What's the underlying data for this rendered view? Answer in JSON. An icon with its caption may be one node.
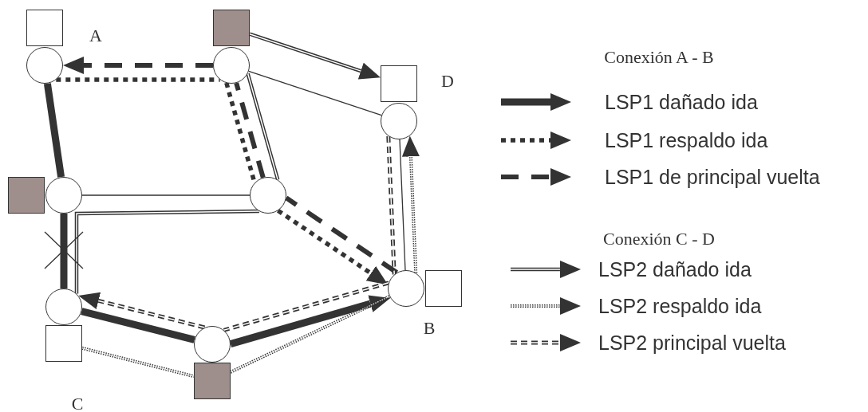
{
  "diagram": {
    "nodes": [
      {
        "text": [],
        "shape": "box"
      },
      {
        "text": [],
        "shape": "box"
      },
      {
        "text": [],
        "shape": "circle"
      },
      {
        "text": [],
        "shape": "circle"
      },
      {
        "text": [],
        "shape": "box"
      },
      {
        "text": [],
        "shape": "circle"
      },
      {
        "text": [],
        "shape": "box"
      },
      {
        "text": [],
        "shape": "circle"
      },
      {
        "text": [],
        "shape": "circle"
      },
      {
        "text": [],
        "shape": "circle"
      },
      {
        "text": [],
        "shape": "box"
      },
      {
        "text": [],
        "shape": "circle"
      },
      {
        "text": [],
        "shape": "box"
      },
      {
        "text": [],
        "shape": "circle"
      },
      {
        "text": [],
        "shape": "box"
      }
    ],
    "edges": [
      {
        "from": 2,
        "to": 7,
        "arrow": "none",
        "style": "thick"
      },
      {
        "from": 7,
        "to": 11,
        "arrow": "none",
        "style": "thick"
      },
      {
        "from": 11,
        "to": 13,
        "arrow": "none",
        "style": "thick"
      },
      {
        "from": 13,
        "to": 9,
        "arrow": "to",
        "style": "thick"
      },
      {
        "from": 2,
        "to": 3,
        "arrow": "none",
        "style": "dashed"
      },
      {
        "from": 3,
        "to": 8,
        "arrow": "none",
        "style": "dashed"
      },
      {
        "from": 8,
        "to": 9,
        "arrow": "to",
        "style": "dashed"
      },
      {
        "from": 9,
        "to": 8,
        "arrow": "none",
        "style": "dashed"
      },
      {
        "from": 8,
        "to": 3,
        "arrow": "none",
        "style": "dashed"
      },
      {
        "from": 3,
        "to": 2,
        "arrow": "to",
        "style": "dashed"
      },
      {
        "from": 7,
        "to": 8,
        "arrow": "none"
      },
      {
        "from": 3,
        "to": 5,
        "arrow": "none"
      },
      {
        "from": 5,
        "to": 9,
        "arrow": "none"
      },
      {
        "from": 11,
        "to": 8,
        "arrow": "none"
      },
      {
        "from": 8,
        "to": 3,
        "arrow": "none"
      },
      {
        "from": 1,
        "to": 4,
        "arrow": "to"
      },
      {
        "from": 12,
        "to": 14,
        "arrow": "none",
        "style": "dashed"
      },
      {
        "from": 14,
        "to": 9,
        "arrow": "none",
        "style": "dashed"
      },
      {
        "from": 9,
        "to": 5,
        "arrow": "to",
        "style": "dashed"
      },
      {
        "from": 5,
        "to": 9,
        "arrow": "none",
        "style": "dashed"
      },
      {
        "from": 9,
        "to": 13,
        "arrow": "none",
        "style": "dashed"
      },
      {
        "from": 13,
        "to": 11,
        "arrow": "to",
        "style": "dashed"
      }
    ],
    "labels": [
      "A",
      "Conexión A - B",
      "D",
      "Conexión C - D",
      "B",
      "C"
    ],
    "legend": [
      {
        "text": "LSP1 dañado ida"
      },
      {
        "text": "LSP1 respaldo ida"
      },
      {
        "text": "LSP1 de principal vuelta"
      },
      {
        "text": "LSP2 dañado ida"
      },
      {
        "text": "LSP2 respaldo ida"
      },
      {
        "text": "LSP2 principal vuelta"
      }
    ]
  }
}
